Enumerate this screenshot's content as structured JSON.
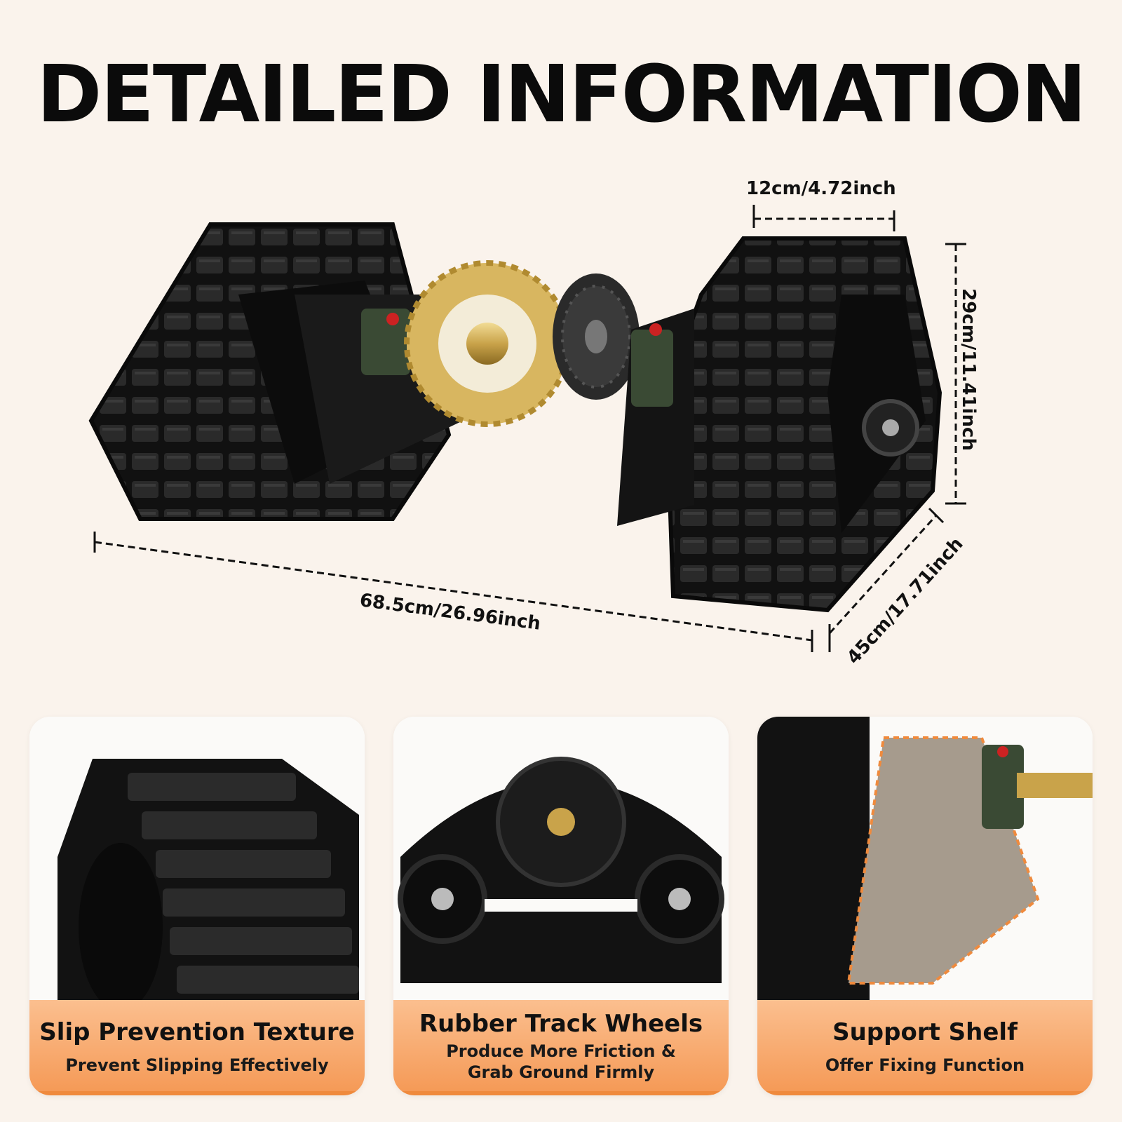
{
  "title": "DETAILED INFORMATION",
  "dimensions": {
    "width": "12cm/4.72inch",
    "height": "29cm/11.41inch",
    "length": "68.5cm/26.96inch",
    "depth": "45cm/17.71inch"
  },
  "features": [
    {
      "title": "Slip Prevention Texture",
      "subtitle": "Prevent Slipping Effectively"
    },
    {
      "title": "Rubber Track Wheels",
      "subtitle_line1": "Produce More Friction &",
      "subtitle_line2": "Grab Ground Firmly"
    },
    {
      "title": "Support Shelf",
      "subtitle": "Offer Fixing Function"
    }
  ],
  "colors": {
    "background": "#faf3ec",
    "band_accent": "#f59a57",
    "rubber": "#151515",
    "brass": "#c9a34a",
    "bearing_green": "#3a4a34"
  }
}
